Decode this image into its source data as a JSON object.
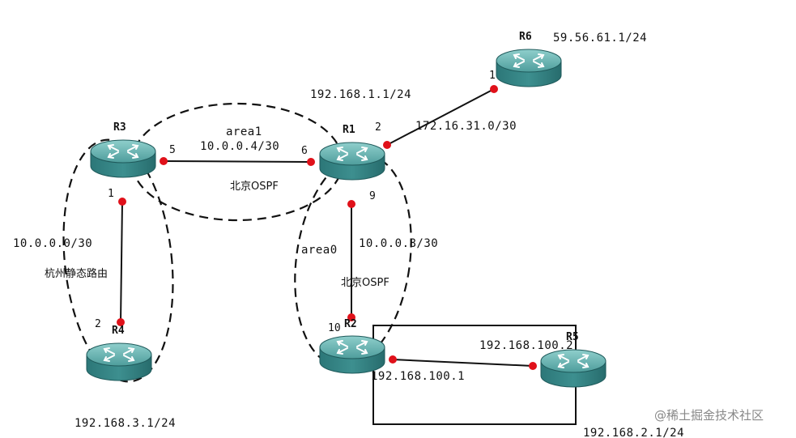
{
  "routers": {
    "r1": {
      "name": "R1"
    },
    "r2": {
      "name": "R2"
    },
    "r3": {
      "name": "R3"
    },
    "r4": {
      "name": "R4"
    },
    "r5": {
      "name": "R5"
    },
    "r6": {
      "name": "R6"
    }
  },
  "ports": {
    "r3_to_r1": "5",
    "r1_to_r3": "6",
    "r1_to_r6": "2",
    "r6_to_r1": "1",
    "r1_to_r2": "9",
    "r2_to_r1": "10",
    "r3_to_r4": "1",
    "r4_to_r3": "2"
  },
  "labels": {
    "r1_lan": "192.168.1.1/24",
    "r6_lan": "59.56.61.1/24",
    "r1_r6_net": "172.16.31.0/30",
    "area1": "area1",
    "r3_r1_net": "10.0.0.4/30",
    "beijing_ospf_top": "北京OSPF",
    "r3_r4_net": "10.0.0.0/30",
    "hangzhou_static": "杭州静态路由",
    "area0": "area0",
    "r1_r2_net": "10.0.0.8/30",
    "beijing_ospf_bottom": "北京OSPF",
    "r4_lan": "192.168.3.1/24",
    "r2_r5_left": "192.168.100.1",
    "r2_r5_right": "192.168.100.2",
    "r5_lan": "192.168.2.1/24"
  },
  "watermark": "@稀土掘金技术社区",
  "colors": {
    "router_top": "#6fb7b5",
    "router_side": "#2f7f80",
    "port_dot": "#e0111a",
    "line": "#111111"
  }
}
